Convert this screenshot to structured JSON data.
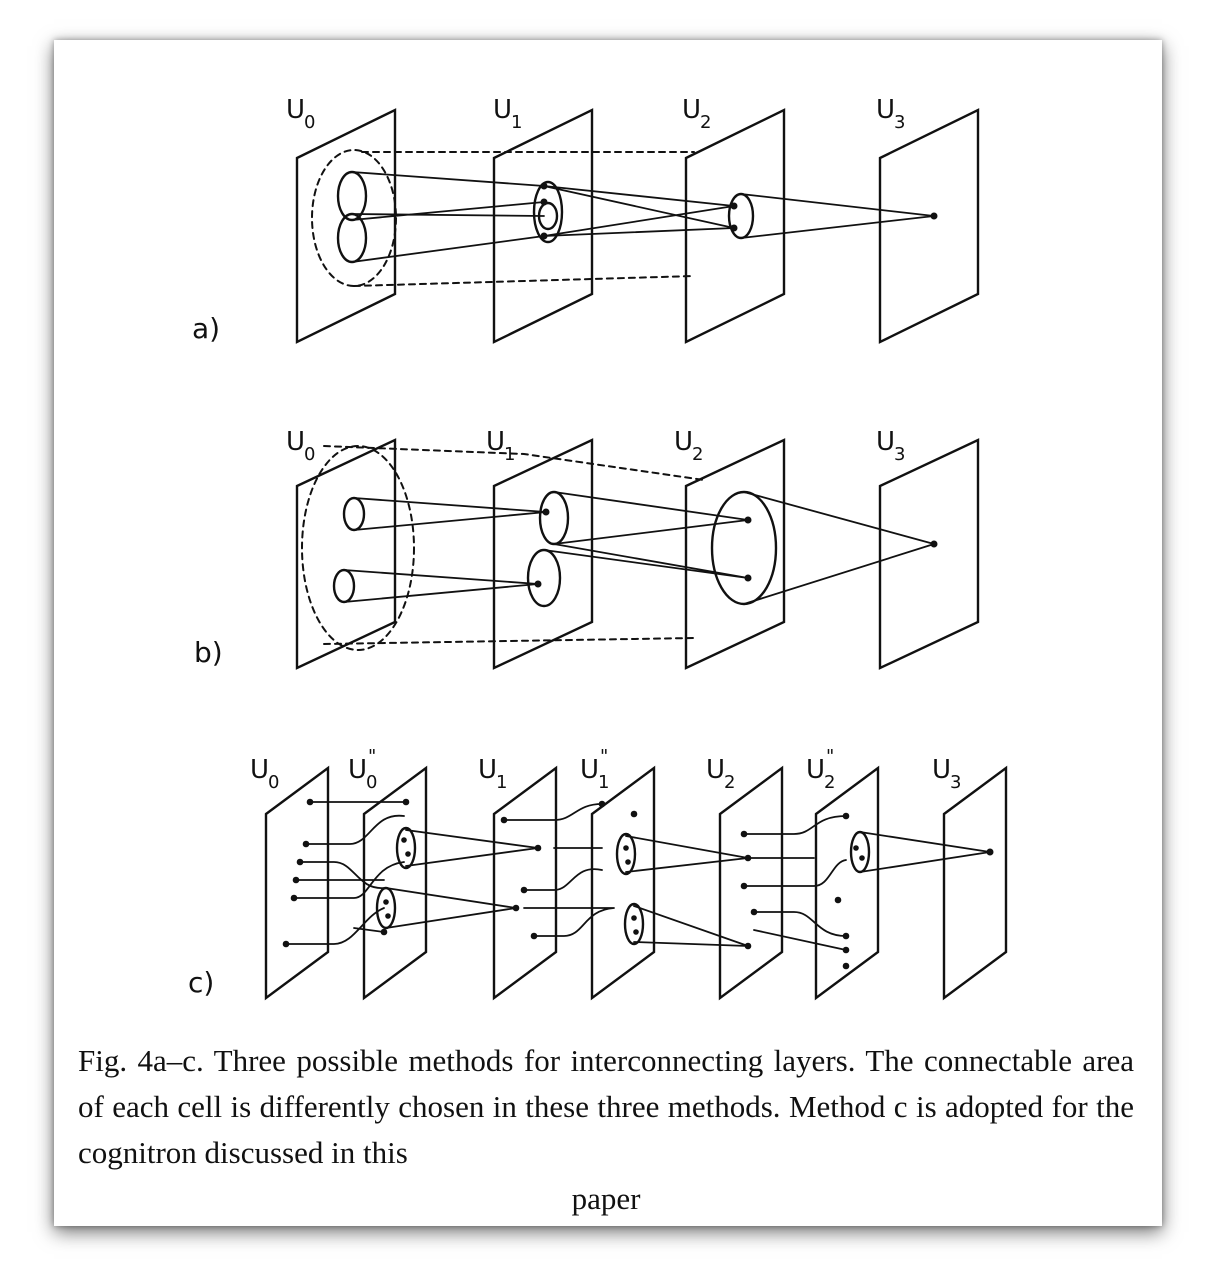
{
  "figure": {
    "panels": [
      {
        "id": "a",
        "label": "a)",
        "layers": [
          {
            "base": "U",
            "sub": "0",
            "sup": ""
          },
          {
            "base": "U",
            "sub": "1",
            "sup": ""
          },
          {
            "base": "U",
            "sub": "2",
            "sup": ""
          },
          {
            "base": "U",
            "sub": "3",
            "sup": ""
          }
        ]
      },
      {
        "id": "b",
        "label": "b)",
        "layers": [
          {
            "base": "U",
            "sub": "0",
            "sup": ""
          },
          {
            "base": "U",
            "sub": "1",
            "sup": ""
          },
          {
            "base": "U",
            "sub": "2",
            "sup": ""
          },
          {
            "base": "U",
            "sub": "3",
            "sup": ""
          }
        ]
      },
      {
        "id": "c",
        "label": "c)",
        "layers": [
          {
            "base": "U",
            "sub": "0",
            "sup": ""
          },
          {
            "base": "U",
            "sub": "0",
            "sup": "\""
          },
          {
            "base": "U",
            "sub": "1",
            "sup": ""
          },
          {
            "base": "U",
            "sub": "1",
            "sup": "\""
          },
          {
            "base": "U",
            "sub": "2",
            "sup": ""
          },
          {
            "base": "U",
            "sub": "2",
            "sup": "\""
          },
          {
            "base": "U",
            "sub": "3",
            "sup": ""
          }
        ]
      }
    ],
    "caption": {
      "body": "Fig. 4a–c. Three possible methods for interconnecting layers. The connectable area of each cell is differently chosen in these three methods. Method c is adopted for the cognitron discussed in this",
      "last_line": "paper"
    }
  }
}
